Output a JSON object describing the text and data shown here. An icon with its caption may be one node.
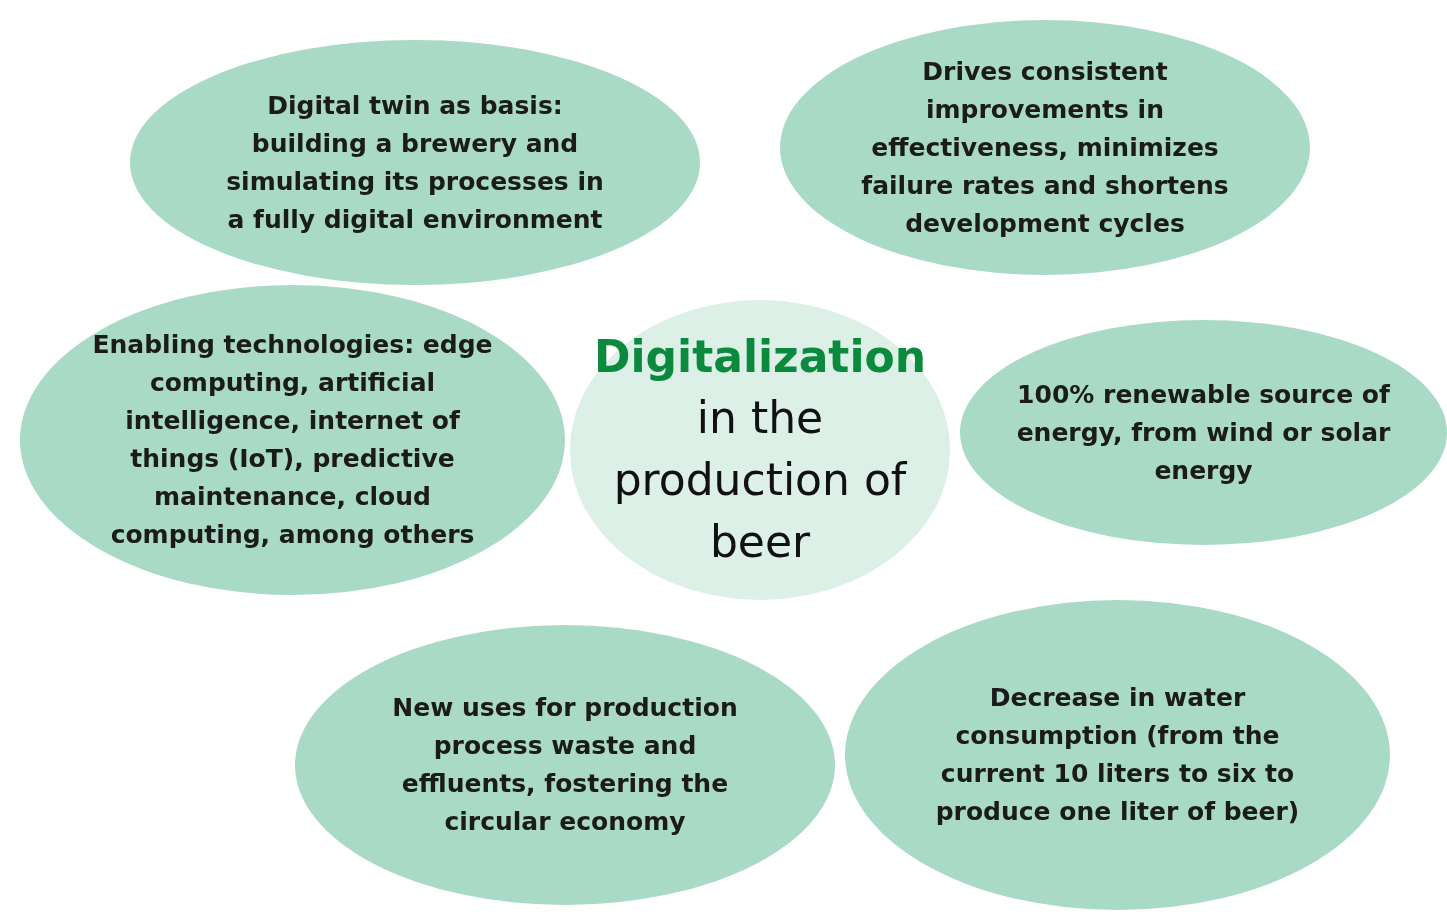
{
  "diagram": {
    "nodes": [
      {
        "text": [
          "Digital twin as basis: building a brewery and simulating its processes in a fully digital environment"
        ]
      },
      {
        "text": [
          "Drives consistent improvements in effectiveness, minimizes failure rates and shortens development cycles"
        ]
      },
      {
        "text": [
          "Enabling technologies: edge computing, artificial intelligence, internet of things (IoT), predictive maintenance, cloud computing, among others"
        ]
      },
      {
        "text": [
          "Digitalization",
          "in the production of beer"
        ]
      },
      {
        "text": [
          "100% renewable source of energy, from wind or solar energy"
        ]
      },
      {
        "text": [
          "New uses for production process waste and effluents, fostering the circular economy"
        ]
      },
      {
        "text": [
          "Decrease in water consumption (from the current 10 liters to six to produce one liter of beer)"
        ]
      }
    ]
  }
}
